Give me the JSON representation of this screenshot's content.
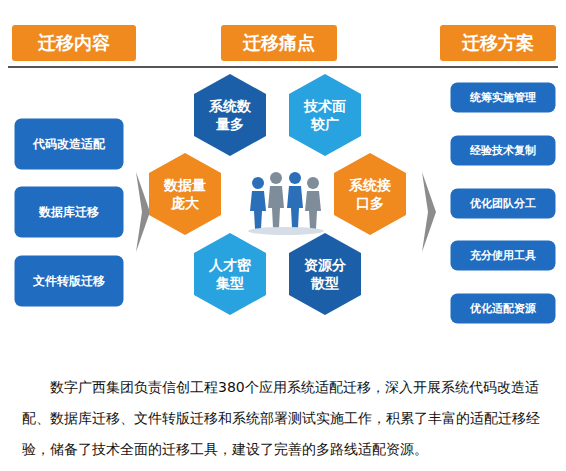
{
  "diagram": {
    "caption": "数字广西集团负责信创工程380个应用系统适配迁移，深入开展系统代码改造适配、数据库迁移、文件转版迁移和系统部署测试实施工作，积累了丰富的适配迁移经验，储备了技术全面的迁移工具，建设了完善的多路线适配资源。",
    "nodes": [
      {
        "text": [
          "迁移内容"
        ]
      },
      {
        "text": [
          "迁移痛点"
        ]
      },
      {
        "text": [
          "迁移方案"
        ]
      },
      {
        "text": [
          "代码改造适配"
        ]
      },
      {
        "text": [
          "数据库迁移"
        ]
      },
      {
        "text": [
          "文件转版迁移"
        ]
      },
      {
        "text": [
          "系统数量多"
        ]
      },
      {
        "text": [
          "技术面较广"
        ]
      },
      {
        "text": [
          "数据量庞大"
        ]
      },
      {
        "text": [
          "系统接口多"
        ]
      },
      {
        "text": [
          "人才密集型"
        ]
      },
      {
        "text": [
          "资源分散型"
        ]
      },
      {
        "text": [
          "统筹实施管理"
        ]
      },
      {
        "text": [
          "经验技术复制"
        ]
      },
      {
        "text": [
          "优化团队分工"
        ]
      },
      {
        "text": [
          "充分使用工具"
        ]
      },
      {
        "text": [
          "优化适配资源"
        ]
      }
    ]
  }
}
